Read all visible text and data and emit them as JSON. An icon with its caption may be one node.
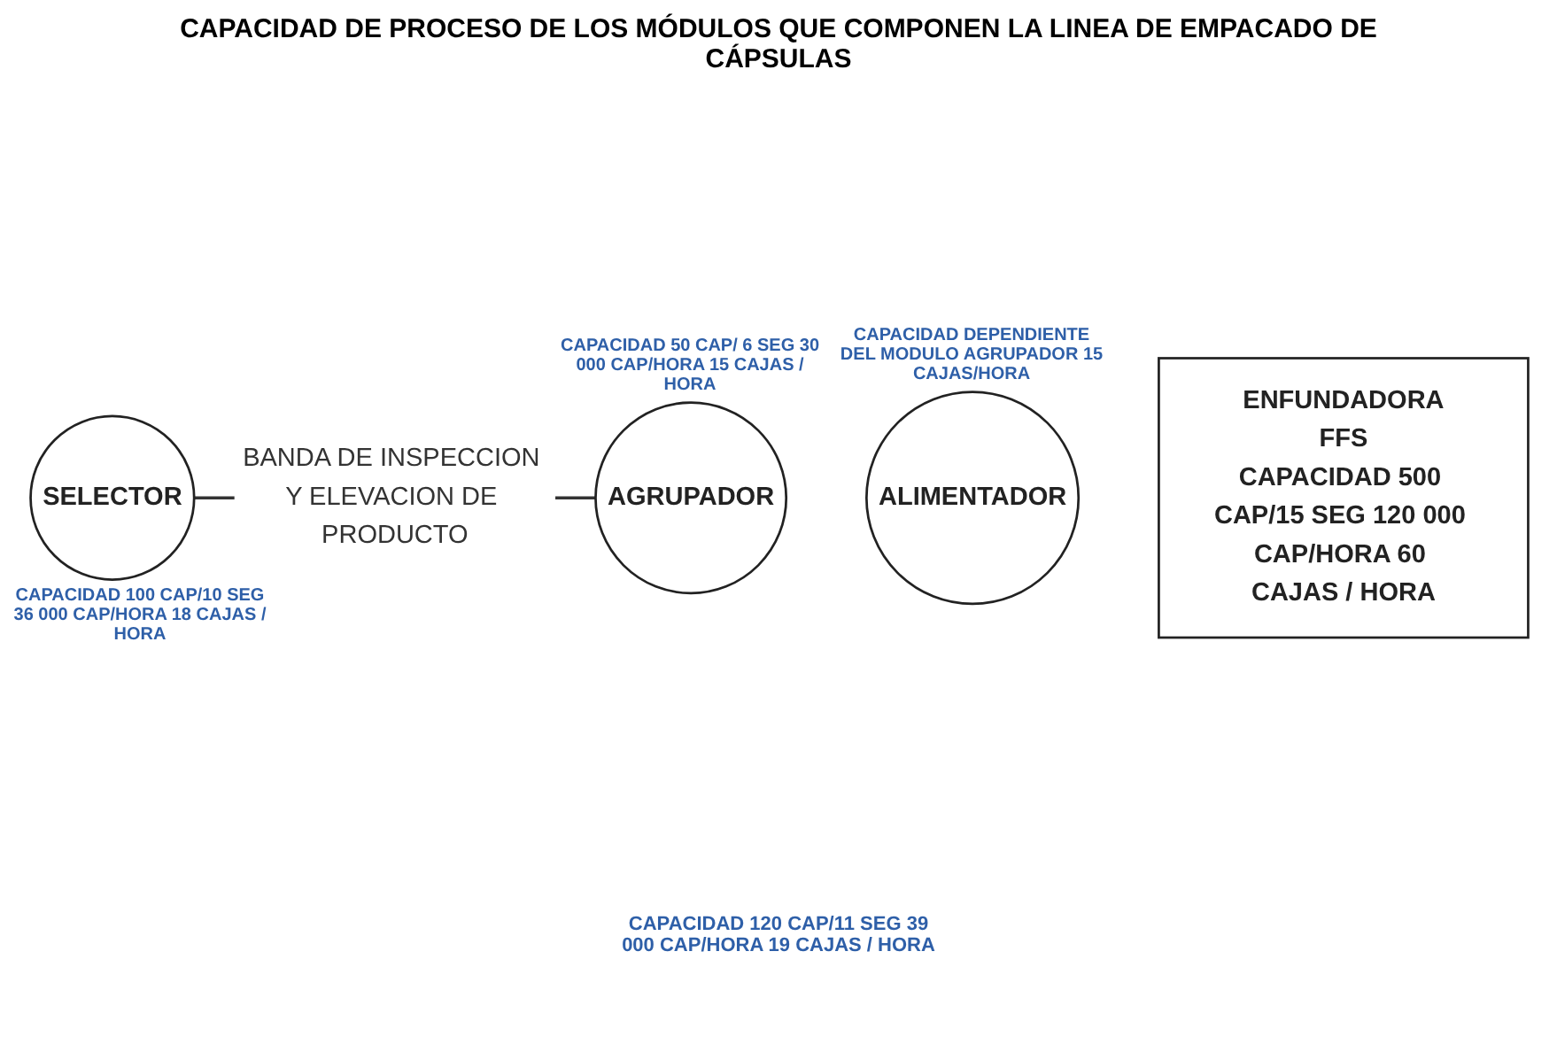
{
  "diagram": {
    "title": "CAPACIDAD DE PROCESO DE LOS MÓDULOS QUE COMPONEN LA LINEA DE EMPACADO DE CÁPSULAS",
    "nodes": [
      {
        "text": [
          "SELECTOR"
        ],
        "beside": [
          "CAPACIDAD 100 CAP/10 SEG 36 000 CAP/HORA 18 CAJAS / HORA"
        ]
      },
      {
        "text": [
          "AGRUPADOR"
        ],
        "beside": [
          "CAPACIDAD 50 CAP/ 6 SEG 30 000 CAP/HORA 15 CAJAS / HORA"
        ]
      },
      {
        "text": [
          "ALIMENTADOR"
        ],
        "beside": [
          "CAPACIDAD DEPENDIENTE DEL MODULO AGRUPADOR 15 CAJAS/HORA"
        ]
      },
      {
        "text": [
          "ENFUNDADORA",
          "FFS",
          "CAPACIDAD 500 CAP/15 SEG 120 000 CAP/HORA 60 CAJAS / HORA"
        ]
      }
    ],
    "edges": [
      {
        "from": 0,
        "to": 1,
        "arrow": "none",
        "label": "BANDA DE INSPECCION Y ELEVACION DE PRODUCTO"
      }
    ],
    "labels": [
      "CAPACIDAD 120 CAP/11 SEG 39 000 CAP/HORA 19 CAJAS / HORA"
    ]
  }
}
